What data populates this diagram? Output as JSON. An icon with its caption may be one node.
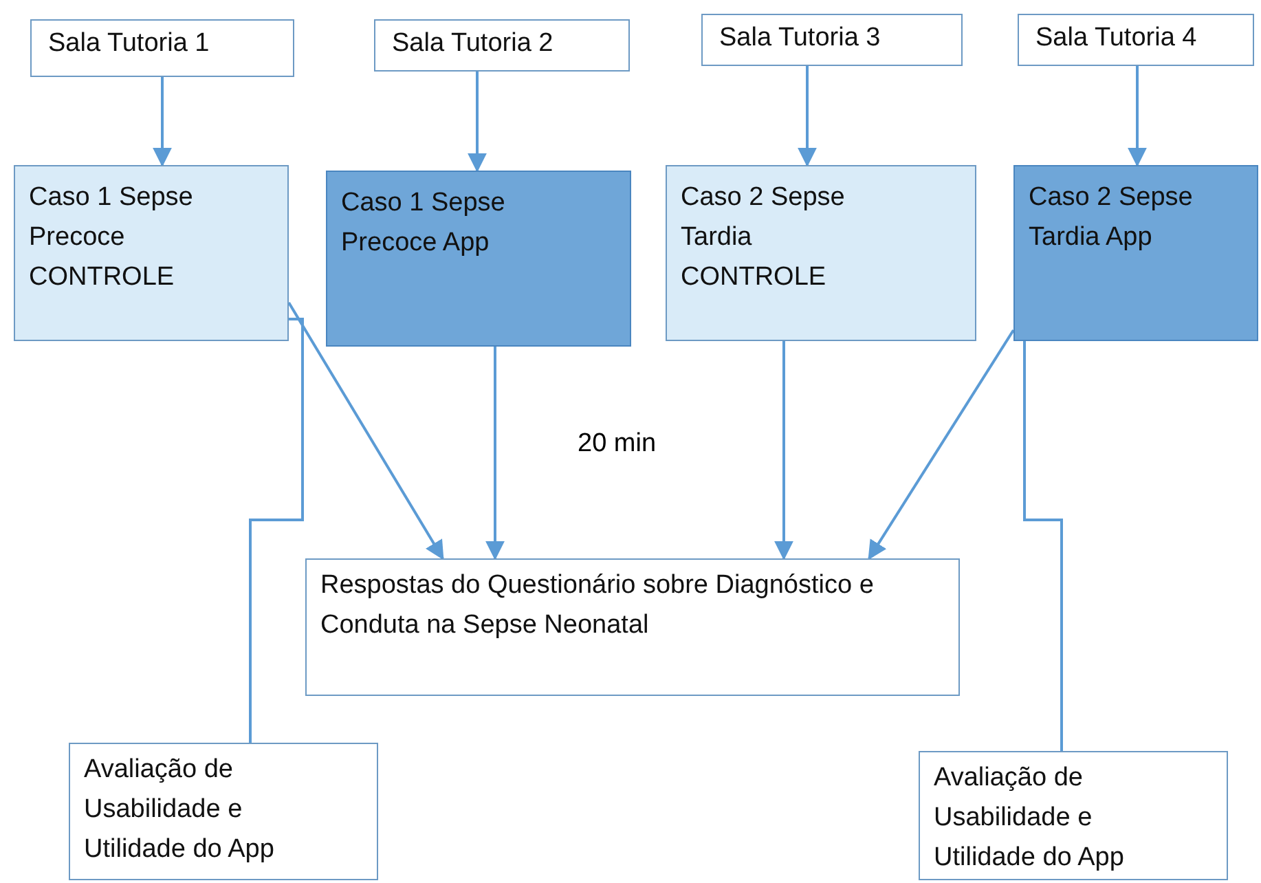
{
  "diagram": {
    "nodes": [
      {
        "text": [
          "Sala Tutoria 1"
        ]
      },
      {
        "text": [
          "Sala Tutoria 2"
        ]
      },
      {
        "text": [
          "Sala Tutoria 3"
        ]
      },
      {
        "text": [
          "Sala Tutoria 4"
        ]
      },
      {
        "text": [
          "Caso 1 Sepse Precoce CONTROLE"
        ]
      },
      {
        "text": [
          "Caso 1 Sepse Precoce App"
        ]
      },
      {
        "text": [
          "Caso 2 Sepse Tardia CONTROLE"
        ]
      },
      {
        "text": [
          "Caso 2 Sepse Tardia App"
        ]
      },
      {
        "text": [
          "Respostas do Questionário sobre Diagnóstico e Conduta na Sepse Neonatal"
        ]
      },
      {
        "text": [
          "Avaliação de Usabilidade e Utilidade do App"
        ]
      },
      {
        "text": [
          "Avaliação de Usabilidade e Utilidade do App"
        ]
      }
    ],
    "edges": [
      {
        "from": 0,
        "to": 4,
        "arrow": "to"
      },
      {
        "from": 1,
        "to": 5,
        "arrow": "to"
      },
      {
        "from": 2,
        "to": 6,
        "arrow": "to"
      },
      {
        "from": 3,
        "to": 7,
        "arrow": "to"
      },
      {
        "from": 4,
        "to": 8,
        "arrow": "to"
      },
      {
        "from": 5,
        "to": 8,
        "arrow": "to"
      },
      {
        "from": 6,
        "to": 8,
        "arrow": "to"
      },
      {
        "from": 7,
        "to": 8,
        "arrow": "to"
      },
      {
        "from": 4,
        "to": 9,
        "arrow": "none"
      },
      {
        "from": 7,
        "to": 10,
        "arrow": "none"
      }
    ],
    "labels": [
      "20 min"
    ]
  }
}
